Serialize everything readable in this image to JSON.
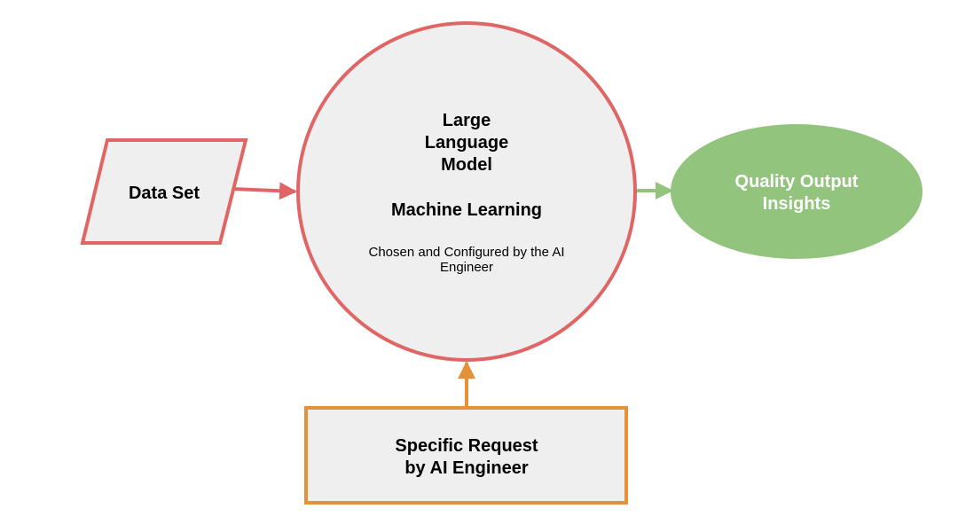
{
  "diagram": {
    "colors": {
      "red": "#e06666",
      "green": "#93c47d",
      "orange": "#e69138",
      "node_fill": "#efefef",
      "text_dark": "#000000",
      "text_light": "#ffffff"
    },
    "data_set": {
      "shape": "parallelogram",
      "label": "Data Set"
    },
    "llm": {
      "shape": "circle",
      "title_lines": [
        "Large",
        "Language",
        "Model"
      ],
      "subtitle": "Machine Learning",
      "note_lines": [
        "Chosen and Configured by the AI",
        "Engineer"
      ]
    },
    "output": {
      "shape": "ellipse",
      "label_lines": [
        "Quality Output",
        "Insights"
      ]
    },
    "request": {
      "shape": "rectangle",
      "label_lines": [
        "Specific Request",
        "by AI Engineer"
      ]
    },
    "edges": [
      {
        "from": "data_set",
        "to": "llm"
      },
      {
        "from": "llm",
        "to": "output"
      },
      {
        "from": "request",
        "to": "llm"
      }
    ]
  }
}
